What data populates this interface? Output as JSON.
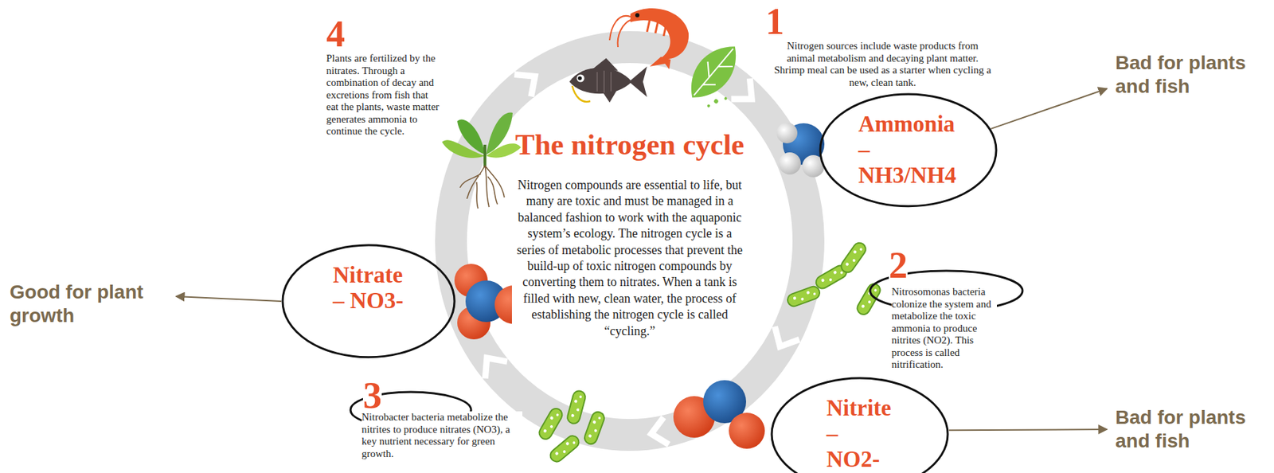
{
  "diagram": {
    "title": "The nitrogen cycle",
    "nodes": [
      {
        "text": [
          "Ammonia – NH3/NH4"
        ]
      },
      {
        "text": [
          "Nitrite – NO2-"
        ]
      },
      {
        "text": [
          "Nitrate – NO3-"
        ]
      }
    ],
    "labels": [
      "1",
      "Nitrogen sources include waste products from animal metabolism and decaying plant matter. Shrimp meal can be used as a starter when cycling a new, clean tank.",
      "2",
      "Nitrosomonas bacteria colonize the system and metabolize the toxic ammonia to produce nitrites (NO2). This process is called nitrification.",
      "3",
      "Nitrobacter bacteria metabolize the nitrites to produce nitrates (NO3), a key nutrient necessary for green growth.",
      "4",
      "Plants are fertilized by the nitrates. Through a combination of decay and excretions from fish that eat the plants, waste matter generates ammonia to continue the cycle.",
      "Nitrogen compounds are essential to life, but many are toxic and must be managed in a balanced fashion to work with the aquaponic system’s ecology. The nitrogen cycle is a series of metabolic processes that prevent the build-up of toxic nitrogen compounds by converting them to nitrates. When a tank is filled with new, clean water, the process of establishing the nitrogen cycle is called “cycling.”",
      "Bad for plants and fish",
      "Good for plant growth",
      "Bad for plants and fish"
    ]
  }
}
